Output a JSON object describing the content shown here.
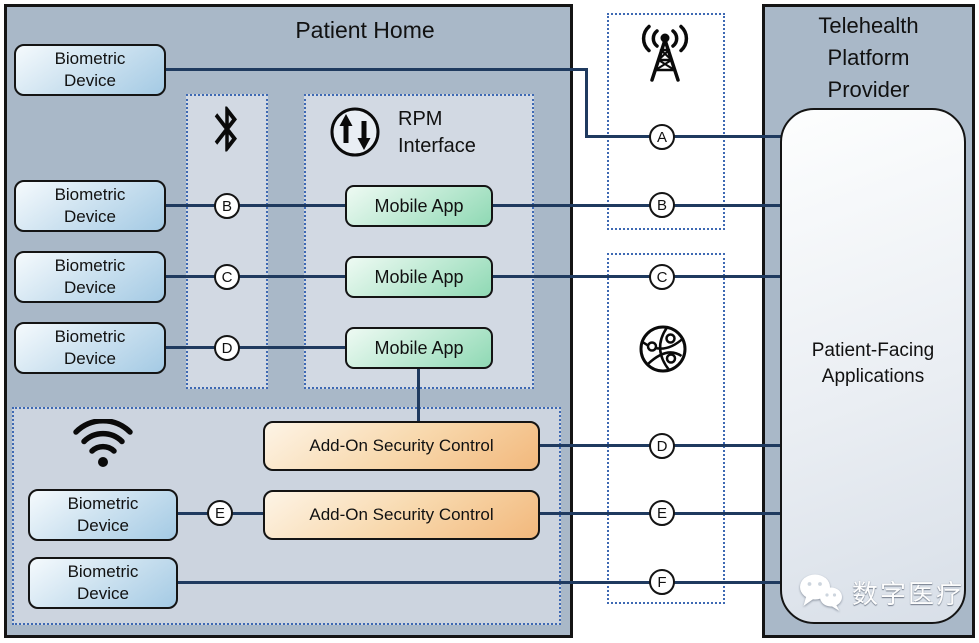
{
  "patient_home": {
    "title": "Patient Home"
  },
  "provider": {
    "title": "Telehealth\nPlatform\nProvider",
    "inner_label": "Patient-Facing\nApplications"
  },
  "labels": {
    "biometric_device": "Biometric\nDevice",
    "mobile_app": "Mobile App",
    "add_on_security_control": "Add-On Security Control",
    "rpm_interface": "RPM\nInterface"
  },
  "connectors": {
    "bluetooth_column": [
      "B",
      "C",
      "D"
    ],
    "wifi_link": "E",
    "network_column": [
      "A",
      "B",
      "C",
      "D",
      "E",
      "F"
    ]
  },
  "icons": {
    "bluetooth": "bluetooth-icon",
    "rpm": "up-down-arrows-icon",
    "wifi": "wifi-icon",
    "cell_tower": "cell-tower-icon",
    "globe": "network-globe-icon",
    "wechat": "wechat-icon"
  },
  "watermark": {
    "text": "数字医疗"
  },
  "colors": {
    "connector_line": "#1f3a5f",
    "panel_bg": "#a9b8c8",
    "dotted_border": "#3e69b3",
    "device_fill": "#a4cae4",
    "mobile_app_fill": "#8fd9b4",
    "security_fill": "#f2b87c"
  }
}
